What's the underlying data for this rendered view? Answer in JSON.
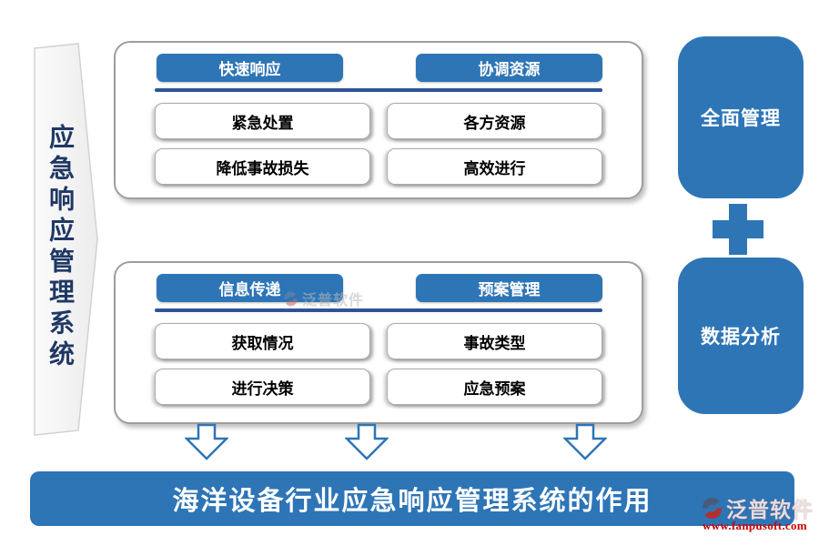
{
  "page": {
    "background": "#ffffff"
  },
  "colors": {
    "accent_blue": "#2E75B6",
    "underline_navy": "#2F5496",
    "left_text_navy": "#1F3864",
    "watermark_red": "#CC0000"
  },
  "left_banner": {
    "text": "应急响应管理系统"
  },
  "panels": [
    {
      "columns": [
        {
          "header": "快速响应",
          "items": [
            "紧急处置",
            "降低事故损失"
          ]
        },
        {
          "header": "协调资源",
          "items": [
            "各方资源",
            "高效进行"
          ]
        }
      ]
    },
    {
      "columns": [
        {
          "header": "信息传递",
          "items": [
            "获取情况",
            "进行决策"
          ]
        },
        {
          "header": "预案管理",
          "items": [
            "事故类型",
            "应急预案"
          ]
        }
      ]
    }
  ],
  "side_blocks": {
    "top": "全面管理",
    "bottom": "数据分析"
  },
  "footer_banner": {
    "text": "海洋设备行业应急响应管理系统的作用"
  },
  "watermarks": {
    "center_brand": "泛普软件",
    "corner_brand": "泛普软件",
    "corner_url": "www.fanpusoft.com"
  }
}
